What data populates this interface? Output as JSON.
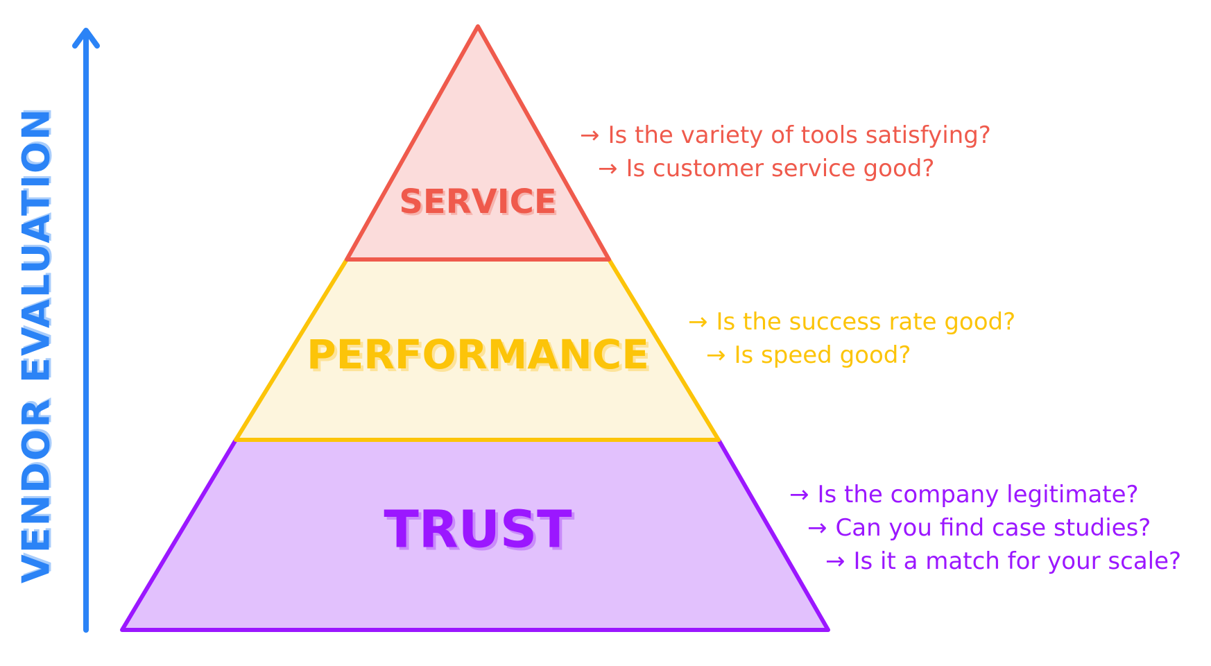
{
  "axis": {
    "label": "VENDOR EVALUATION",
    "color": "#2b83f6"
  },
  "levels": [
    {
      "name": "SERVICE",
      "stroke": "#ef5a4c",
      "fill": "#fbdcdb",
      "shadow": "#f6b3ad",
      "arrow_icon": "right-arrow-icon",
      "arrow_glyph": "→",
      "questions": [
        "Is the variety of tools satisfying?",
        "Is customer service good?"
      ]
    },
    {
      "name": "PERFORMANCE",
      "stroke": "#fcc409",
      "fill": "#fdf5dd",
      "shadow": "#fde39a",
      "arrow_icon": "right-arrow-icon",
      "arrow_glyph": "→",
      "questions": [
        "Is the success rate good?",
        "Is speed good?"
      ]
    },
    {
      "name": "TRUST",
      "stroke": "#9b17ff",
      "fill": "#e2c1fd",
      "shadow": "#c98bf9",
      "arrow_icon": "right-arrow-icon",
      "arrow_glyph": "→",
      "questions": [
        "Is the company legitimate?",
        "Can you find case studies?",
        "Is it a match for your scale?"
      ]
    }
  ]
}
